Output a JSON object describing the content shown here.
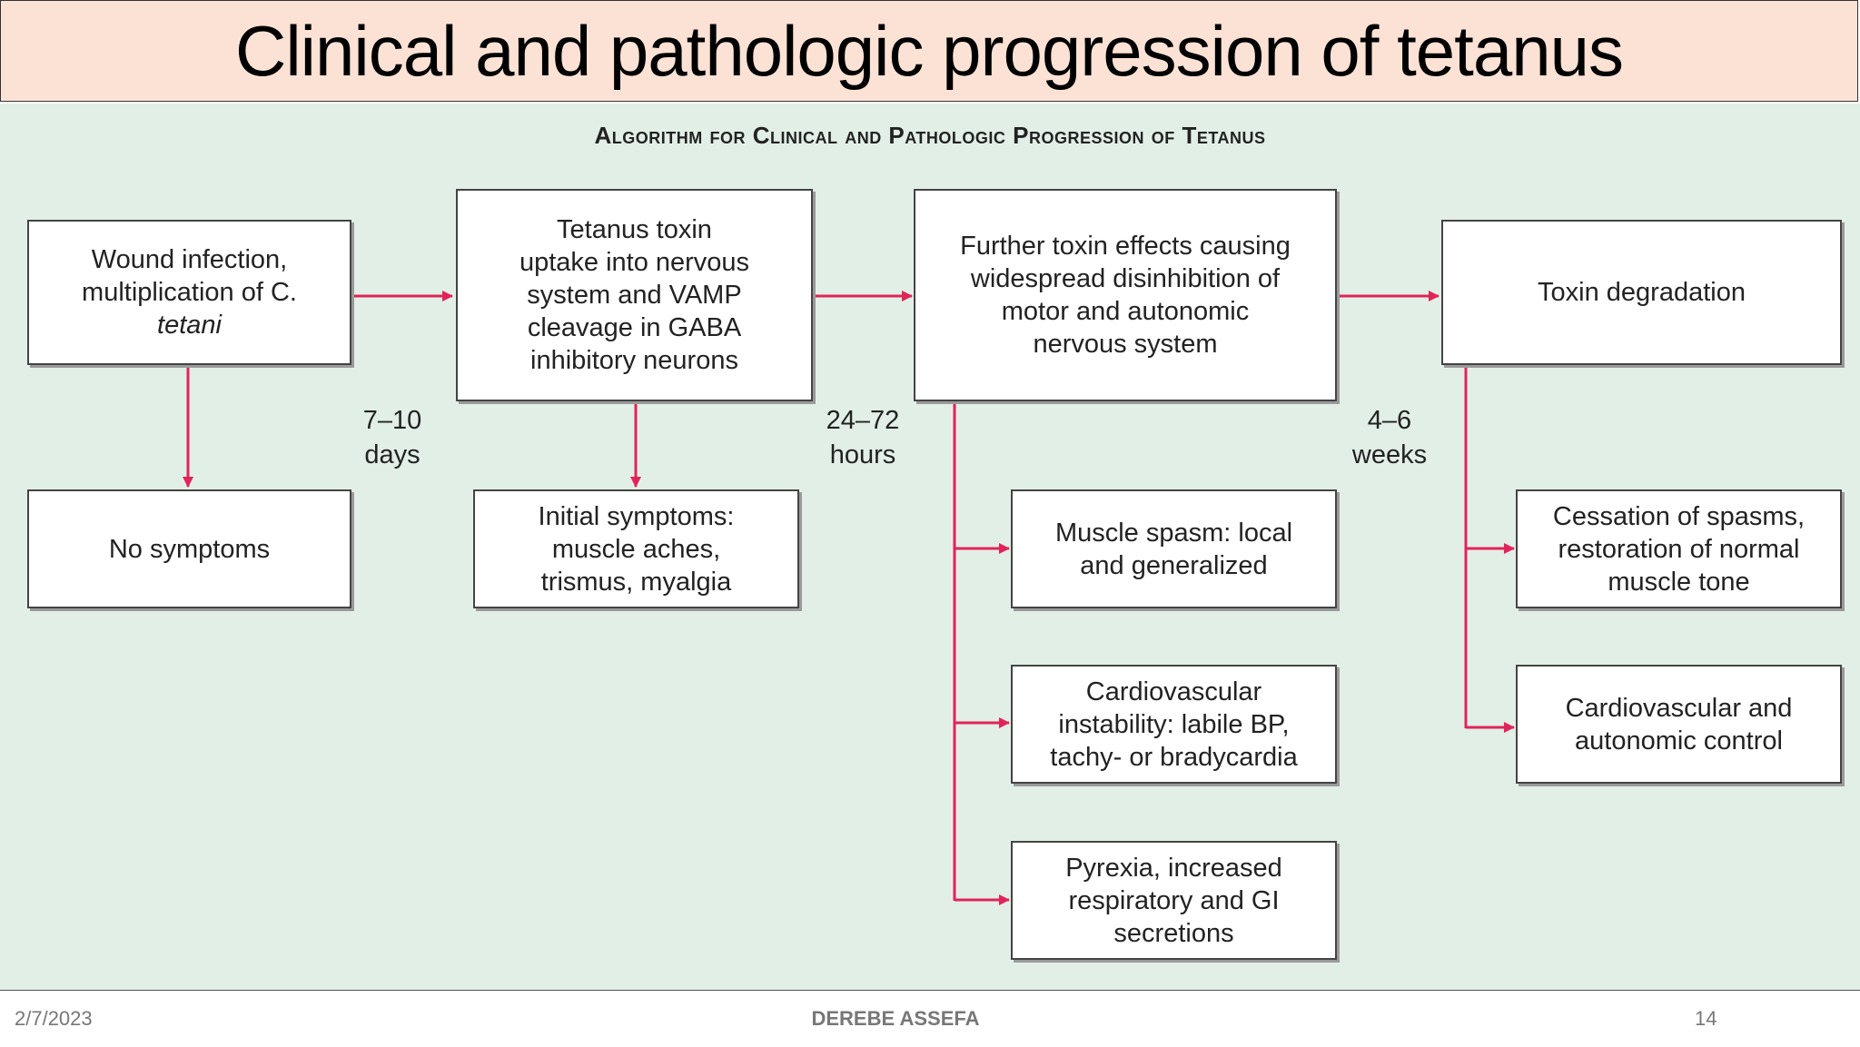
{
  "slide": {
    "title": "Clinical and pathologic progression of tetanus",
    "footer_date": "2/7/2023",
    "footer_author": "DEREBE ASSEFA",
    "footer_page": "14"
  },
  "figure": {
    "title": "Algorithm for Clinical and Pathologic Progression of Tetanus",
    "arrow_color": "#e0245a",
    "boxes": {
      "wound": [
        "Wound infection,",
        "multiplication of C.",
        "tetani"
      ],
      "no_symptoms": [
        "No symptoms"
      ],
      "uptake": [
        "Tetanus toxin",
        "uptake into nervous",
        "system and VAMP",
        "cleavage in GABA",
        "inhibitory neurons"
      ],
      "initial": [
        "Initial symptoms:",
        "muscle aches,",
        "trismus, myalgia"
      ],
      "further": [
        "Further toxin effects causing",
        "widespread disinhibition of",
        "motor and autonomic",
        "nervous system"
      ],
      "spasm": [
        "Muscle spasm: local",
        "and generalized"
      ],
      "cardio": [
        "Cardiovascular",
        "instability: labile BP,",
        "tachy- or bradycardia"
      ],
      "pyrexia": [
        "Pyrexia, increased",
        "respiratory and GI",
        "secretions"
      ],
      "degradation": [
        "Toxin degradation"
      ],
      "cessation": [
        "Cessation of spasms,",
        "restoration of normal",
        "muscle tone"
      ],
      "control": [
        "Cardiovascular and",
        "autonomic control"
      ]
    },
    "intervals": {
      "first": [
        "7–10",
        "days"
      ],
      "second": [
        "24–72",
        "hours"
      ],
      "third": [
        "4–6",
        "weeks"
      ]
    }
  }
}
